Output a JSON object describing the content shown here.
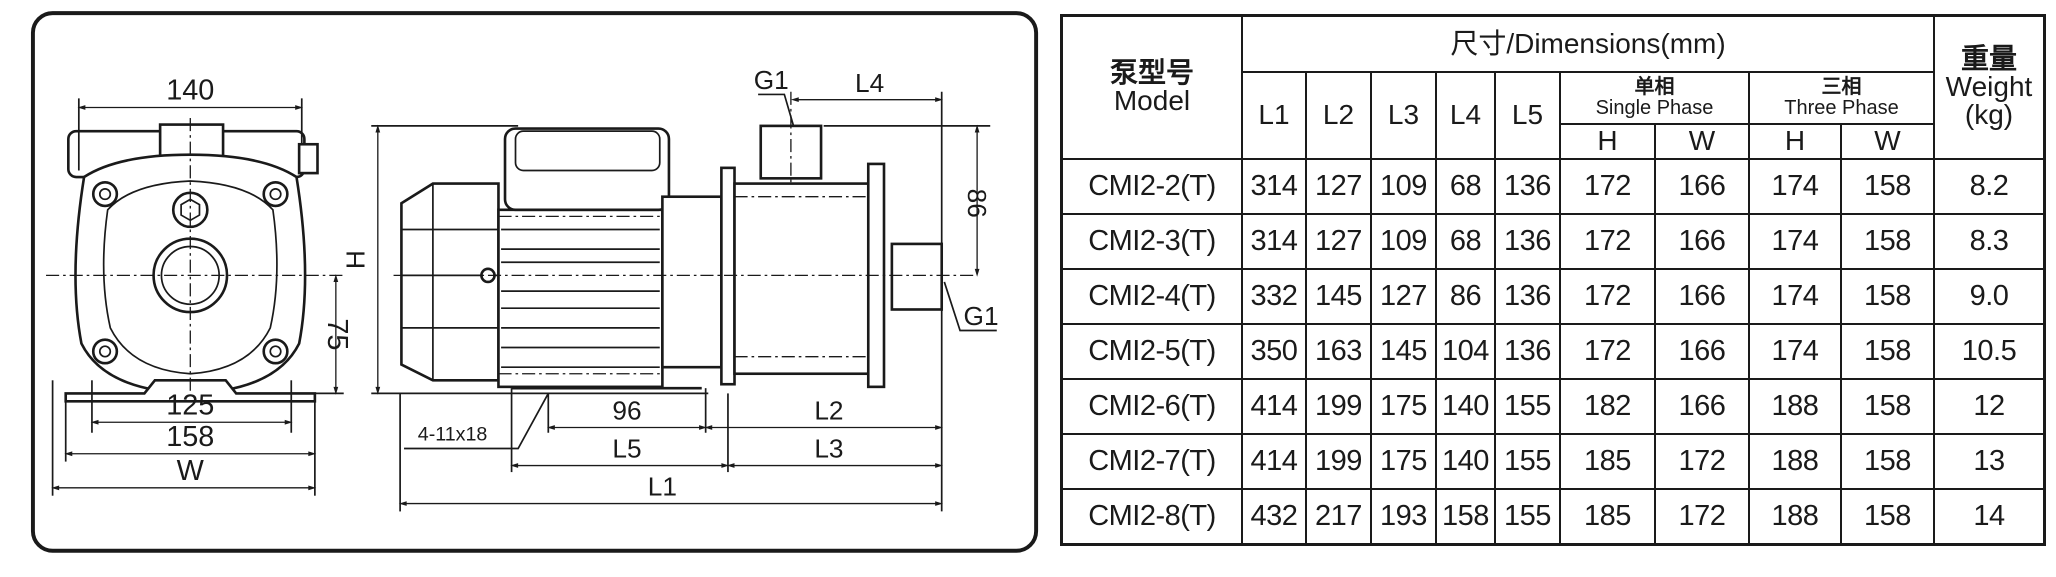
{
  "drawing": {
    "front_view": {
      "top_width": "140",
      "foot_spacing": "125",
      "base_width": "158",
      "overall_width": "W",
      "center_height": "75"
    },
    "side_view": {
      "height": "H",
      "outlet_thread": "G1",
      "outlet_offset": "L4",
      "outlet_height": "86",
      "inlet_thread": "G1",
      "foot_holes": "4-11x18",
      "foot_hole_spacing": "96",
      "l2": "L2",
      "l5": "L5",
      "l3": "L3",
      "l1": "L1"
    }
  },
  "table": {
    "model_header_cn": "泵型号",
    "model_header_en": "Model",
    "dimensions_header": "尺寸/Dimensions(mm)",
    "length_columns": [
      "L1",
      "L2",
      "L3",
      "L4",
      "L5"
    ],
    "single_phase_cn": "单相",
    "single_phase_en": "Single Phase",
    "three_phase_cn": "三相",
    "three_phase_en": "Three Phase",
    "hw_columns": [
      "H",
      "W",
      "H",
      "W"
    ],
    "weight_header_cn": "重量",
    "weight_header_en": "Weight",
    "weight_unit": "(kg)",
    "rows": [
      {
        "model": "CMI2-2(T)",
        "cells": [
          "314",
          "127",
          "109",
          "68",
          "136",
          "172",
          "166",
          "174",
          "158",
          "8.2"
        ]
      },
      {
        "model": "CMI2-3(T)",
        "cells": [
          "314",
          "127",
          "109",
          "68",
          "136",
          "172",
          "166",
          "174",
          "158",
          "8.3"
        ]
      },
      {
        "model": "CMI2-4(T)",
        "cells": [
          "332",
          "145",
          "127",
          "86",
          "136",
          "172",
          "166",
          "174",
          "158",
          "9.0"
        ]
      },
      {
        "model": "CMI2-5(T)",
        "cells": [
          "350",
          "163",
          "145",
          "104",
          "136",
          "172",
          "166",
          "174",
          "158",
          "10.5"
        ]
      },
      {
        "model": "CMI2-6(T)",
        "cells": [
          "414",
          "199",
          "175",
          "140",
          "155",
          "182",
          "166",
          "188",
          "158",
          "12"
        ]
      },
      {
        "model": "CMI2-7(T)",
        "cells": [
          "414",
          "199",
          "175",
          "140",
          "155",
          "185",
          "172",
          "188",
          "158",
          "13"
        ]
      },
      {
        "model": "CMI2-8(T)",
        "cells": [
          "432",
          "217",
          "193",
          "158",
          "155",
          "185",
          "172",
          "188",
          "158",
          "14"
        ]
      }
    ]
  }
}
